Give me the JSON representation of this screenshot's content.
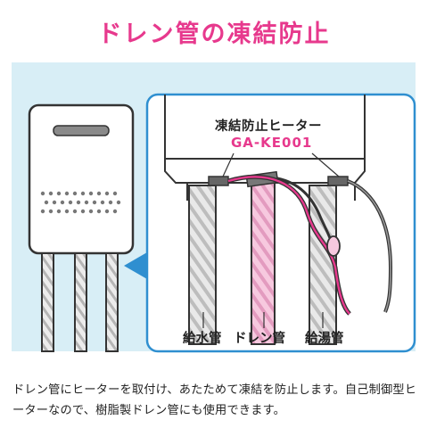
{
  "title": "ドレン管の凍結防止",
  "heater_label": "凍結防止ヒーター",
  "model_number": "GA-KE001",
  "pipe_labels": {
    "water": "給水管",
    "drain": "ドレン管",
    "hot": "給湯管"
  },
  "description": "ドレン管にヒーターを取付け、あたためて凍結を防止します。自己制御型ヒーターなので、樹脂製ドレン管にも使用できます。",
  "colors": {
    "accent_pink": "#e7398d",
    "panel_bg": "#d8eef6",
    "arrow_blue": "#2f8fd0"
  }
}
